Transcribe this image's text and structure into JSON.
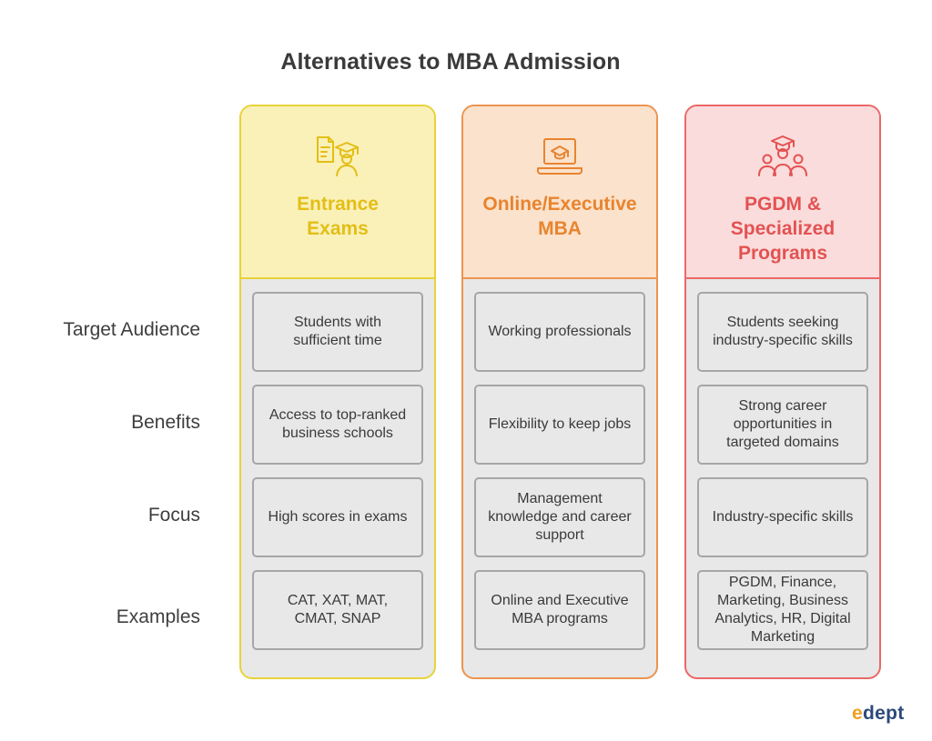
{
  "title": "Alternatives to MBA Admission",
  "row_labels": [
    "Target Audience",
    "Benefits",
    "Focus",
    "Examples"
  ],
  "columns": [
    {
      "title_lines": [
        "Entrance",
        "Exams"
      ],
      "icon": "exam-document-student-icon",
      "fill": "#faf1b8",
      "border": "#e8d33a",
      "text_color": "#e3be17",
      "cells": [
        "Students with sufficient time",
        "Access to top-ranked business schools",
        "High scores in exams",
        "CAT, XAT, MAT, CMAT, SNAP"
      ]
    },
    {
      "title_lines": [
        "Online/Executive",
        "MBA"
      ],
      "icon": "laptop-graduation-cap-icon",
      "fill": "#fbe2cc",
      "border": "#ec9450",
      "text_color": "#e8842f",
      "cells": [
        "Working professionals",
        "Flexibility to keep jobs",
        "Management knowledge and career support",
        "Online and Executive MBA programs"
      ]
    },
    {
      "title_lines": [
        "PGDM &",
        "Specialized",
        "Programs"
      ],
      "icon": "graduate-group-icon",
      "fill": "#fadcdc",
      "border": "#ec6767",
      "text_color": "#e35252",
      "cells": [
        "Students seeking industry-specific skills",
        "Strong career opportunities in targeted domains",
        "Industry-specific skills",
        "PGDM, Finance, Marketing, Business Analytics, HR, Digital Marketing"
      ]
    }
  ],
  "logo": {
    "mark": "e",
    "rest": "dept"
  }
}
